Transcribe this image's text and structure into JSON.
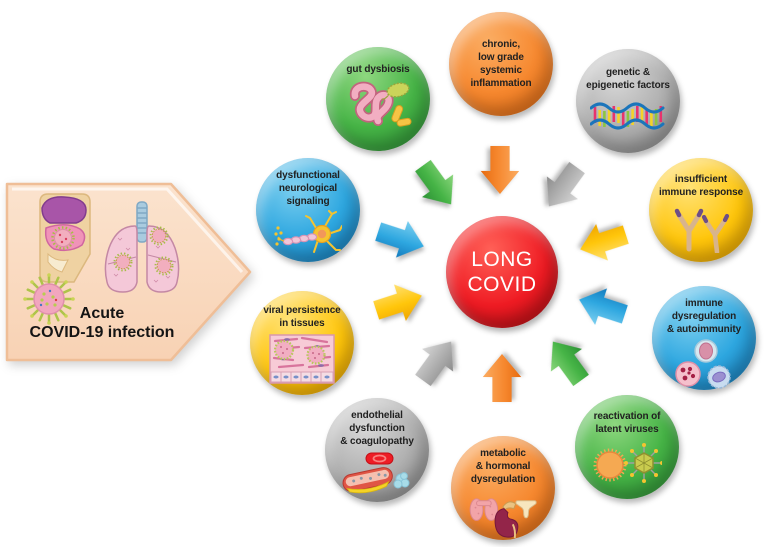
{
  "source_arrow": {
    "label": "Acute\nCOVID-19 infection",
    "icons": [
      "nasal-cavity-icon",
      "lungs-icon",
      "coronavirus-icon"
    ]
  },
  "center": {
    "label": "LONG\nCOVID",
    "color": "#EF1B23"
  },
  "factors": [
    {
      "id": "gut-dysbiosis",
      "label": "gut dysbiosis",
      "color": "green",
      "icon": "intestines-bacteria-icon"
    },
    {
      "id": "chronic-inflammation",
      "label": "chronic,\nlow grade\nsystemic\ninflammation",
      "color": "orange",
      "icon": "none"
    },
    {
      "id": "genetic-factors",
      "label": "genetic &\nepigenetic factors",
      "color": "gray",
      "icon": "dna-icon"
    },
    {
      "id": "insufficient-immune",
      "label": "insufficient\nimmune response",
      "color": "yellow",
      "icon": "antibodies-icon"
    },
    {
      "id": "immune-dysregulation",
      "label": "immune\ndysregulation\n& autoimmunity",
      "color": "blue",
      "icon": "immune-cells-icon"
    },
    {
      "id": "latent-virus-reactivation",
      "label": "reactivation of\nlatent viruses",
      "color": "green",
      "icon": "viruses-icon"
    },
    {
      "id": "metabolic-dysregulation",
      "label": "metabolic\n& hormonal\ndysregulation",
      "color": "orange",
      "icon": "endocrine-organs-icon"
    },
    {
      "id": "endothelial-dysfunction",
      "label": "endothelial\ndysfunction\n& coagulopathy",
      "color": "gray",
      "icon": "blood-vessel-clot-icon"
    },
    {
      "id": "viral-persistence",
      "label": "viral persistence\nin tissues",
      "color": "yellow",
      "icon": "infected-tissue-icon"
    },
    {
      "id": "neurological-signaling",
      "label": "dysfunctional\nneurological\nsignaling",
      "color": "blue",
      "icon": "neuron-icon"
    }
  ],
  "palette": {
    "green": {
      "light": "#8ED77F",
      "base": "#46B446",
      "dark": "#2C9135"
    },
    "orange": {
      "light": "#FBAD63",
      "base": "#F6882F",
      "dark": "#E66A0F"
    },
    "gray": {
      "light": "#D8D8D8",
      "base": "#ADADAD",
      "dark": "#8A8A8A"
    },
    "yellow": {
      "light": "#FFE277",
      "base": "#FFC60B",
      "dark": "#EFA400"
    },
    "blue": {
      "light": "#7ED0F0",
      "base": "#2EA7E0",
      "dark": "#1379BC"
    },
    "red": {
      "light": "#FF6057",
      "base": "#EF1B23",
      "dark": "#C40D13"
    },
    "peach": {
      "light": "#FBE3CE",
      "base": "#F8D2B4",
      "border": "#EFBE97"
    }
  }
}
